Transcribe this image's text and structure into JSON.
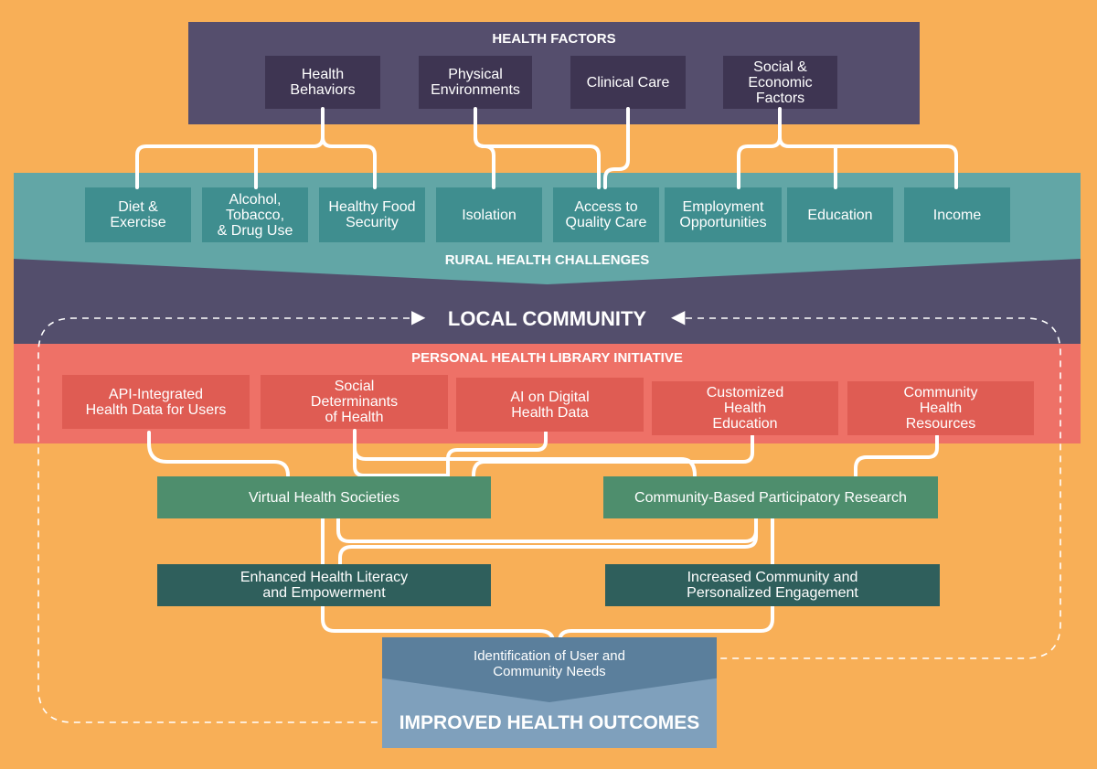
{
  "colors": {
    "background": "#F8AF57",
    "factors_band": "#554E6D",
    "challenges_band": "#62A6A6",
    "challenge_box": "#3F8E8F",
    "community_band": "#534E6C",
    "initiative_band": "#EE7167",
    "initiative_box": "#DF5C53",
    "societies_box": "#4E8E6D",
    "outcomes_box": "#2F5F5C",
    "needs_box": "#5B7F9C",
    "improved_box": "#7FA0BC"
  },
  "health_factors": {
    "title": "HEALTH FACTORS",
    "items": [
      "Health\nBehaviors",
      "Physical\nEnvironments",
      "Clinical Care",
      "Social &\nEconomic\nFactors"
    ]
  },
  "rural_challenges": {
    "title": "RURAL HEALTH CHALLENGES",
    "items": [
      "Diet &\nExercise",
      "Alcohol,\nTobacco,\n& Drug Use",
      "Healthy Food\nSecurity",
      "Isolation",
      "Access to\nQuality Care",
      "Employment\nOpportunities",
      "Education",
      "Income"
    ]
  },
  "local_community": {
    "title": "LOCAL COMMUNITY",
    "arrow_left": "▶",
    "arrow_right": "◀"
  },
  "initiative": {
    "title": "PERSONAL HEALTH LIBRARY INITIATIVE",
    "items": [
      "API-Integrated\nHealth Data for Users",
      "Social\nDeterminants\nof Health",
      "AI on Digital\nHealth Data",
      "Customized\nHealth\nEducation",
      "Community\nHealth\nResources"
    ]
  },
  "approaches": [
    "Virtual Health Societies",
    "Community-Based Participatory Research"
  ],
  "outcomes": [
    "Enhanced Health Literacy\nand Empowerment",
    "Increased Community and\nPersonalized Engagement"
  ],
  "needs": "Identification of User and\nCommunity Needs",
  "improved": "IMPROVED HEALTH OUTCOMES"
}
